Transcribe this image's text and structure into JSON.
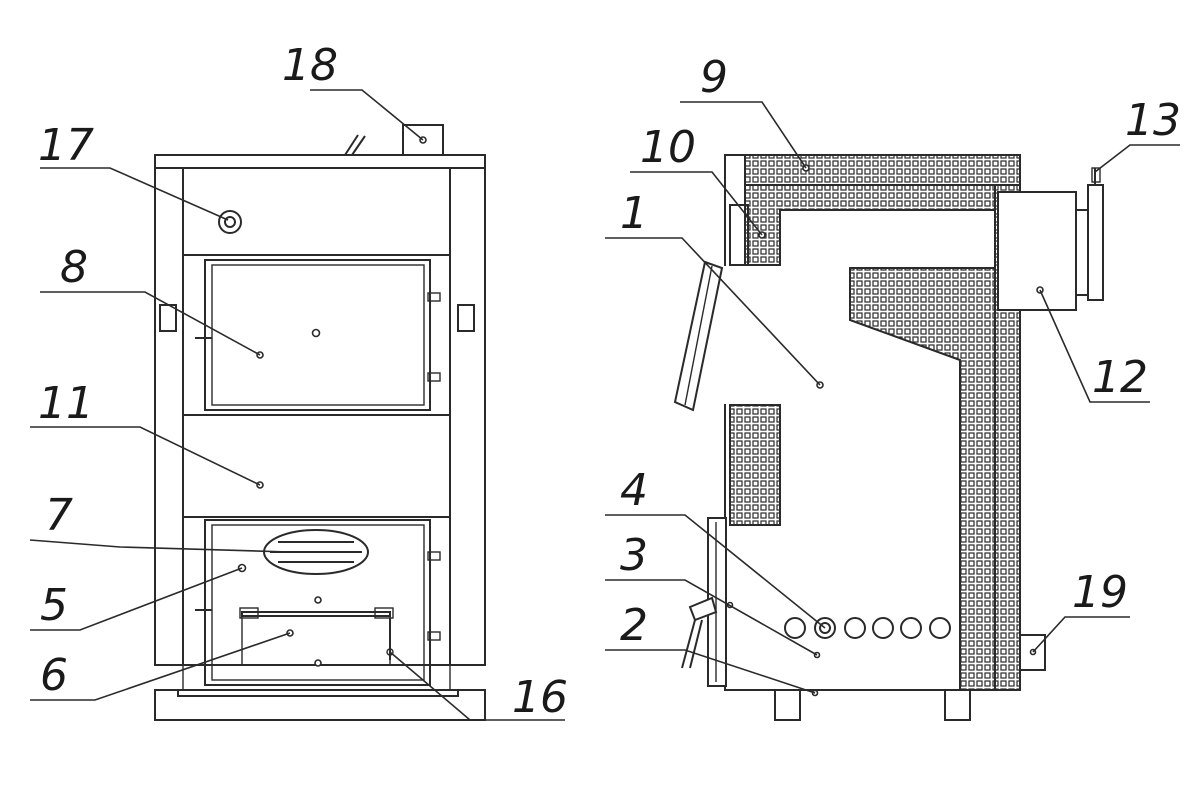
{
  "labels": {
    "l1": "1",
    "l2": "2",
    "l3": "3",
    "l4": "4",
    "l5": "5",
    "l6": "6",
    "l7": "7",
    "l8": "8",
    "l9": "9",
    "l10": "10",
    "l11": "11",
    "l12": "12",
    "l13": "13",
    "l16": "16",
    "l17": "17",
    "l18": "18",
    "l19": "19"
  },
  "colors": {
    "line": "#2a2a2a",
    "background": "#ffffff",
    "insulation_dot": "#2a2a2a"
  }
}
